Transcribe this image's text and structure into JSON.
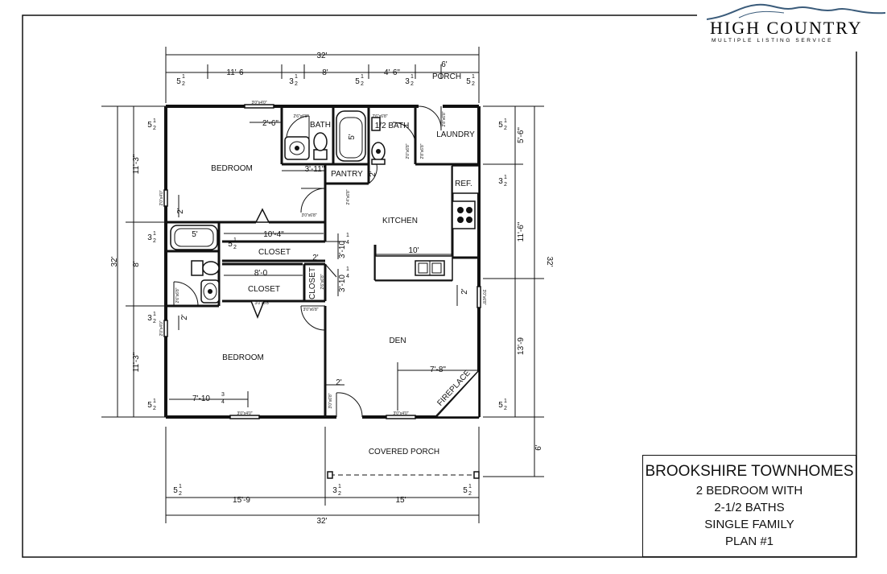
{
  "logo": {
    "name": "HIGH COUNTRY",
    "subtitle": "MULTIPLE LISTING SERVICE"
  },
  "title_block": {
    "title": "BROOKSHIRE TOWNHOMES",
    "lines": [
      "2 BEDROOM WITH",
      "2-1/2 BATHS",
      "SINGLE FAMILY",
      "PLAN #1"
    ]
  },
  "rooms": {
    "bedroom_1": "BEDROOM",
    "bath": "BATH",
    "half_bath": "1/2 BATH",
    "laundry": "LAUNDRY",
    "pantry": "PANTRY",
    "ref": "REF.",
    "kitchen": "KITCHEN",
    "closet_1": "CLOSET",
    "closet_2": "CLOSET",
    "closet_3": "CLOSET",
    "bedroom_2": "BEDROOM",
    "den": "DEN",
    "fireplace": "FIREPLACE",
    "covered_porch": "COVERED PORCH",
    "porch": "PORCH"
  },
  "dimensions": {
    "overall_top": "32'",
    "overall_bottom": "32'",
    "overall_left": "32'",
    "overall_right": "32'",
    "top_11_6": "11'-6",
    "top_8": "8'",
    "top_4_6": "4'-6\"",
    "top_6": "6'",
    "left_11_3_a": "11'-3\"",
    "left_8": "8'",
    "left_11_3_b": "11'-3\"",
    "right_5_6": "5'-6\"",
    "right_11_6": "11'-6\"",
    "right_13_9": "13'-9",
    "right_6": "6'",
    "bottom_15_9": "15'-9",
    "bottom_15": "15'",
    "d_2_6": "2'-6\"",
    "d_3_11": "3'-11\"",
    "d_10_4": "10'-4\"",
    "d_5_tub": "5'",
    "d_5_bath": "5'",
    "d_2_a": "2'",
    "d_2_b": "2'",
    "d_2_c": "2'",
    "d_2_d": "2'",
    "d_2_e": "2'",
    "d_2_f": "2'",
    "d_2_g": "2'",
    "d_8_0": "8'-0",
    "d_3_10_a": "3'-10",
    "d_3_10_b": "3'-10",
    "d_10": "10'",
    "d_7_8": "7'-8\"",
    "d_7_10": "7'-10",
    "wall_5": "5",
    "wall_3": "3",
    "half": "1",
    "half_den": "2",
    "three_q_num": "3",
    "three_q_den": "4",
    "quarter_num": "1",
    "quarter_den": "4"
  },
  "tags": {
    "window_30x40": "3'0\"x4'0\"",
    "door_30x68": "3'0\"x6'8\"",
    "door_26x68": "2'6\"x6'8\"",
    "door_24x68": "2'4\"x6'8\"",
    "door_20x68": "2'0\"x6'8\"",
    "window_20x40": "2'0\"x4'0\"",
    "door_28x68": "2'8\"x6'8\""
  }
}
